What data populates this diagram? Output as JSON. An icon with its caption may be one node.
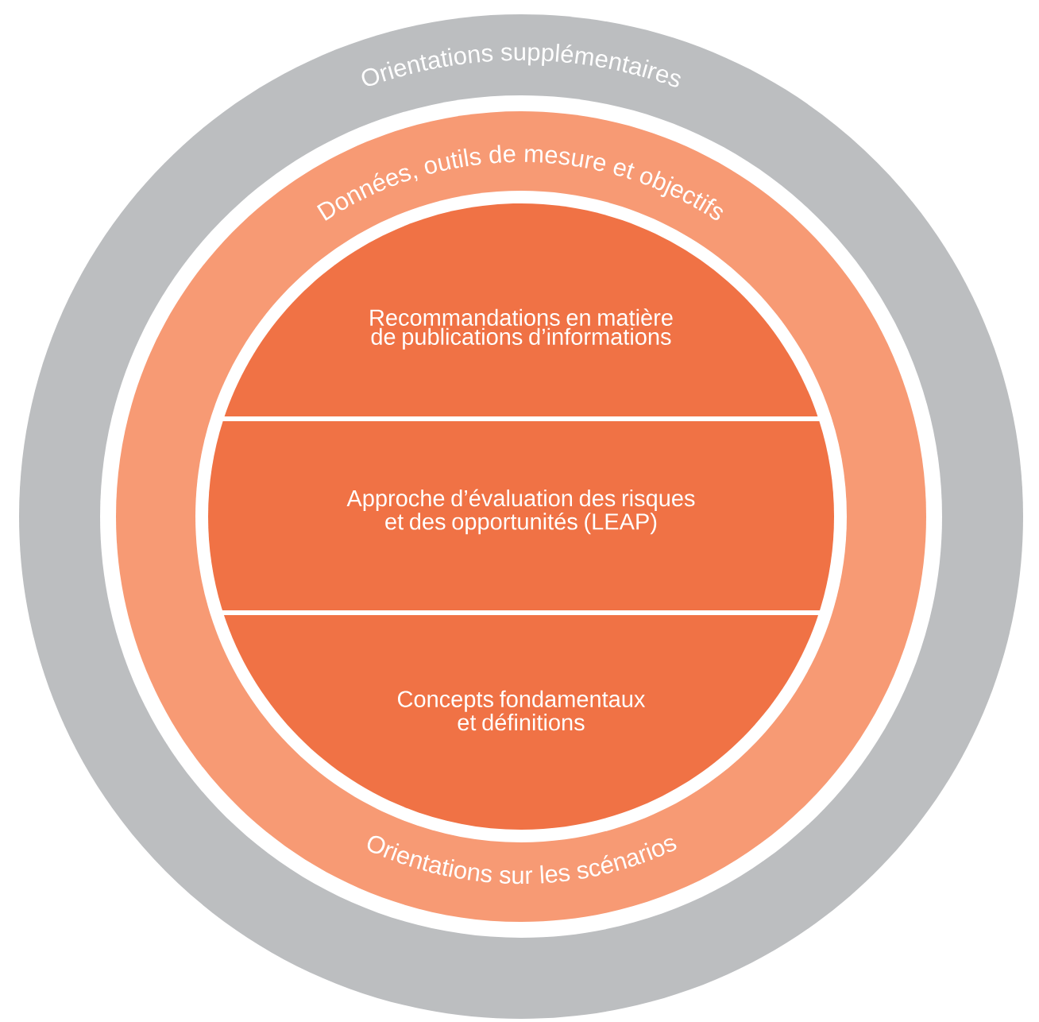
{
  "diagram": {
    "nodes": [
      {
        "text": [
          "Orientations supplémentaires"
        ]
      },
      {
        "text": [
          "Données, outils de mesure et objectifs",
          "Orientations sur les scénarios"
        ],
        "in": 0
      },
      {
        "text": [
          "Recommandations en matière de publications d’informations"
        ],
        "in": 1
      },
      {
        "text": [
          "Approche d’évaluation des risques et des opportunités (LEAP)"
        ],
        "in": 1
      },
      {
        "text": [
          "Concepts fondamentaux et définitions"
        ],
        "in": 1
      }
    ]
  }
}
